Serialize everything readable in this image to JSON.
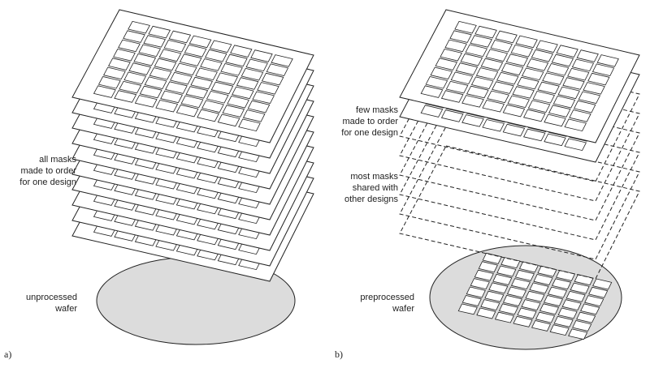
{
  "panels": [
    {
      "id": "a",
      "letter": "a)",
      "mask_label": [
        "all masks",
        "made to order",
        "for one design"
      ],
      "wafer_label": [
        "unprocessed",
        "wafer"
      ]
    },
    {
      "id": "b",
      "letter": "b)",
      "custom_label": [
        "few masks",
        "made to order",
        "for one design"
      ],
      "shared_label": [
        "most masks",
        "shared with",
        "other designs"
      ],
      "wafer_label": [
        "preprocessed",
        "wafer"
      ]
    }
  ],
  "colors": {
    "line": "#222222",
    "wafer_fill": "#dcdcdc",
    "paper": "#ffffff"
  }
}
